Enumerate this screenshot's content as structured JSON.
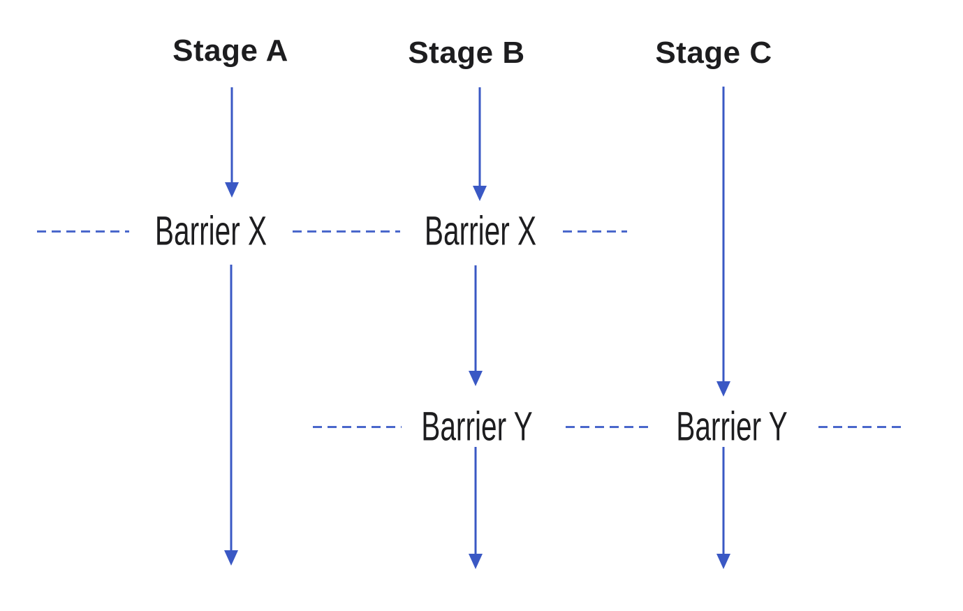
{
  "diagram": {
    "stage_labels": {
      "a": "Stage A",
      "b": "Stage B",
      "c": "Stage C"
    },
    "barrier_labels": {
      "x": "Barrier X",
      "y": "Barrier Y"
    },
    "colors": {
      "arrow": "#3a58c4",
      "dash": "#4a67cb",
      "text": "#1d1d1f",
      "background": "#ffffff"
    }
  }
}
